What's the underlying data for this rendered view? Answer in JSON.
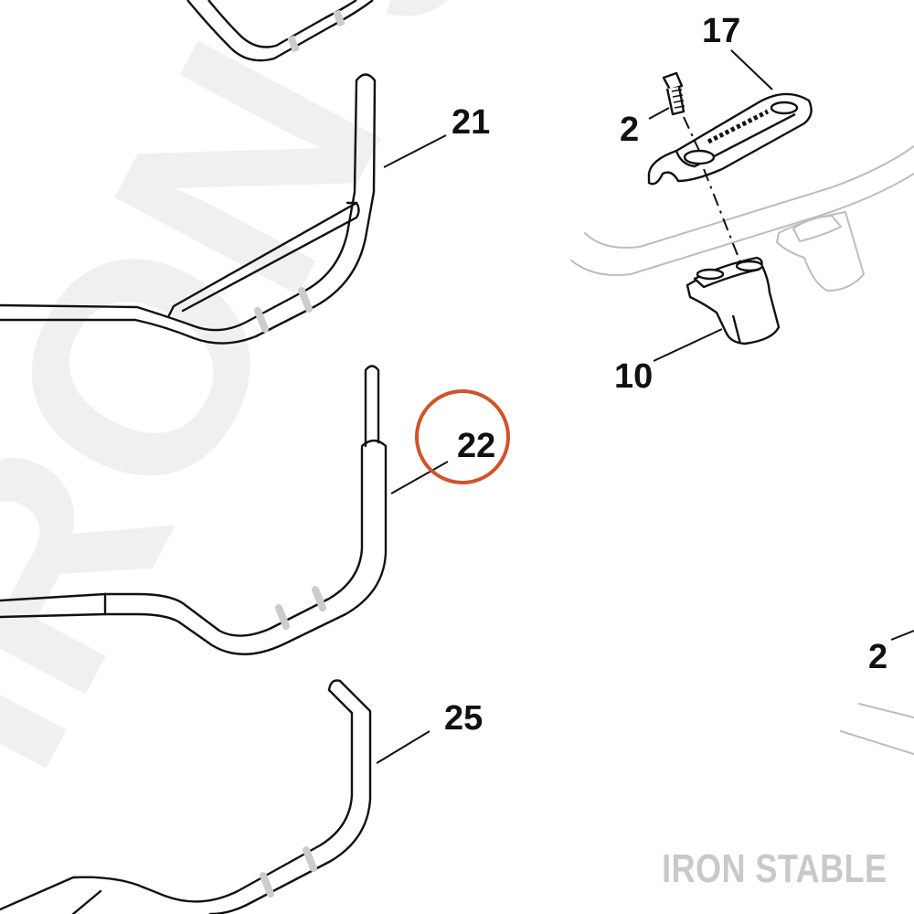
{
  "watermark": {
    "text": "IRON SH"
  },
  "brand_footer": {
    "text": "IRON STABLE"
  },
  "callouts": {
    "c17": "17",
    "c2_top": "2",
    "c21": "21",
    "c10": "10",
    "c22": "22",
    "c2_right": "2",
    "c25": "25"
  },
  "colors": {
    "highlight_circle": "#d0532a",
    "line": "#111111",
    "watermark": "#f0f0f0",
    "tube_band": "#cccccc",
    "faded_parts": "#bdbdbd"
  }
}
